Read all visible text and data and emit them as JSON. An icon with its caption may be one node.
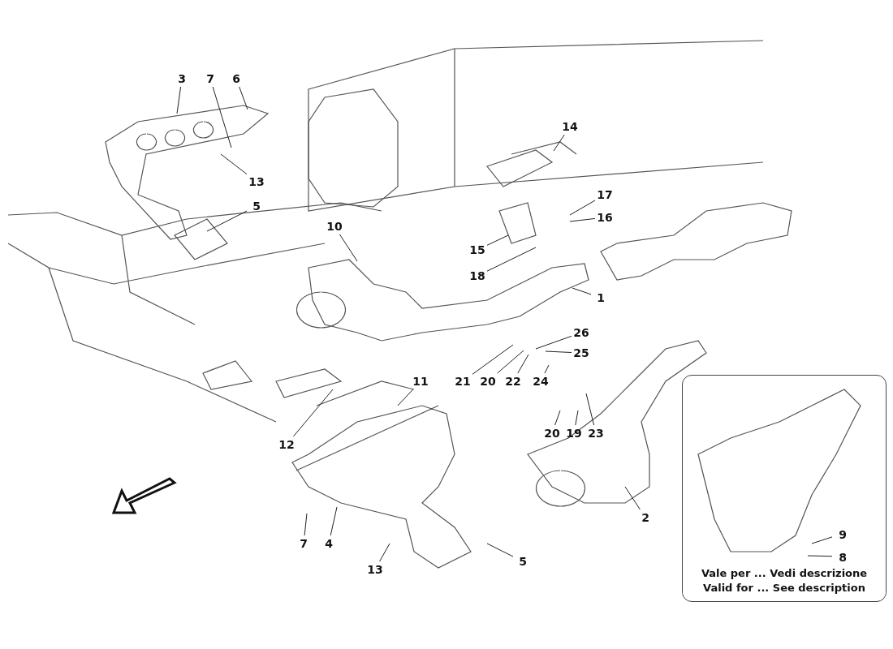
{
  "diagram": {
    "nodes": [
      {
        "text": [
          "3"
        ]
      },
      {
        "text": [
          "7"
        ]
      },
      {
        "text": [
          "6"
        ]
      },
      {
        "text": [
          "14"
        ]
      },
      {
        "text": [
          "13"
        ]
      },
      {
        "text": [
          "17"
        ]
      },
      {
        "text": [
          "16"
        ]
      },
      {
        "text": [
          "5"
        ]
      },
      {
        "text": [
          "10"
        ]
      },
      {
        "text": [
          "15"
        ]
      },
      {
        "text": [
          "18"
        ]
      },
      {
        "text": [
          "1"
        ]
      },
      {
        "text": [
          "26"
        ]
      },
      {
        "text": [
          "25"
        ]
      },
      {
        "text": [
          "11"
        ]
      },
      {
        "text": [
          "21"
        ]
      },
      {
        "text": [
          "20"
        ]
      },
      {
        "text": [
          "22"
        ]
      },
      {
        "text": [
          "24"
        ]
      },
      {
        "text": [
          "20"
        ]
      },
      {
        "text": [
          "19"
        ]
      },
      {
        "text": [
          "23"
        ]
      },
      {
        "text": [
          "12"
        ]
      },
      {
        "text": [
          "7"
        ]
      },
      {
        "text": [
          "4"
        ]
      },
      {
        "text": [
          "13"
        ]
      },
      {
        "text": [
          "5"
        ]
      },
      {
        "text": [
          "2"
        ]
      },
      {
        "text": [
          "Vale per ... Vedi descrizione",
          "Valid for ... See description"
        ]
      },
      {
        "text": [
          "9"
        ],
        "in": 28
      },
      {
        "text": [
          "8"
        ],
        "in": 28
      }
    ],
    "edges": [
      {
        "from": 0,
        "to": null,
        "arrow": "none"
      },
      {
        "from": 1,
        "to": null,
        "arrow": "none"
      },
      {
        "from": 2,
        "to": null,
        "arrow": "none"
      },
      {
        "from": 3,
        "to": null,
        "arrow": "none"
      },
      {
        "from": 4,
        "to": null,
        "arrow": "none"
      },
      {
        "from": 5,
        "to": null,
        "arrow": "none"
      },
      {
        "from": 6,
        "to": null,
        "arrow": "none"
      },
      {
        "from": 7,
        "to": null,
        "arrow": "none"
      },
      {
        "from": 8,
        "to": null,
        "arrow": "none"
      },
      {
        "from": 9,
        "to": null,
        "arrow": "none"
      },
      {
        "from": 10,
        "to": null,
        "arrow": "none"
      },
      {
        "from": 11,
        "to": null,
        "arrow": "none"
      },
      {
        "from": 12,
        "to": null,
        "arrow": "none"
      },
      {
        "from": 13,
        "to": null,
        "arrow": "none"
      },
      {
        "from": 14,
        "to": null,
        "arrow": "none"
      },
      {
        "from": 15,
        "to": null,
        "arrow": "none"
      },
      {
        "from": 16,
        "to": null,
        "arrow": "none"
      },
      {
        "from": 17,
        "to": null,
        "arrow": "none"
      },
      {
        "from": 18,
        "to": null,
        "arrow": "none"
      },
      {
        "from": 19,
        "to": null,
        "arrow": "none"
      },
      {
        "from": 20,
        "to": null,
        "arrow": "none"
      },
      {
        "from": 21,
        "to": null,
        "arrow": "none"
      },
      {
        "from": 22,
        "to": null,
        "arrow": "none"
      },
      {
        "from": 23,
        "to": null,
        "arrow": "none"
      },
      {
        "from": 24,
        "to": null,
        "arrow": "none"
      },
      {
        "from": 25,
        "to": null,
        "arrow": "none"
      },
      {
        "from": 26,
        "to": null,
        "arrow": "none"
      },
      {
        "from": 27,
        "to": null,
        "arrow": "none"
      },
      {
        "from": 29,
        "to": null,
        "arrow": "none"
      },
      {
        "from": 30,
        "to": null,
        "arrow": "none"
      }
    ]
  }
}
